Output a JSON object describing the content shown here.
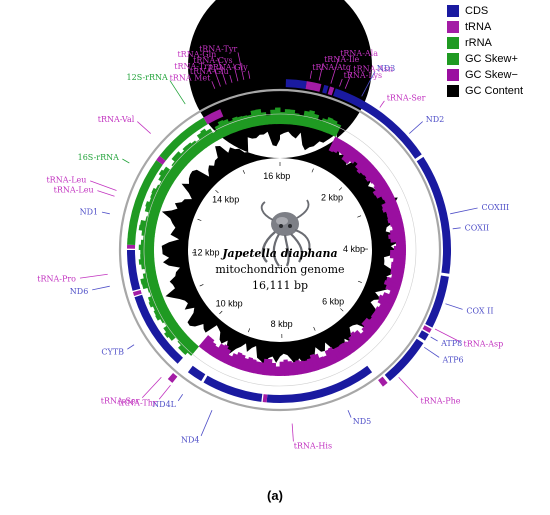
{
  "legend": [
    {
      "label": "CDS",
      "color": "#1a1aa0"
    },
    {
      "label": "tRNA",
      "color": "#a31ca5"
    },
    {
      "label": "rRNA",
      "color": "#1f9a22"
    },
    {
      "label": "GC Skew+",
      "color": "#1f9a22"
    },
    {
      "label": "GC Skew−",
      "color": "#9a0fa0"
    },
    {
      "label": "GC Content",
      "color": "#000000"
    }
  ],
  "center": {
    "species": "Japetella diaphana",
    "line2": "mitochondrion genome",
    "line3": "16,111 bp"
  },
  "tick_labels": [
    "2 kbp",
    "4 kbp",
    "6 kbp",
    "8 kbp",
    "10 kbp",
    "12 kbp",
    "14 kbp",
    "16 kbp"
  ],
  "caption": "(a)",
  "gene_labels": [
    {
      "text": "tRNA-Atg",
      "type": "tRNA"
    },
    {
      "text": "tRNA-Ile",
      "type": "tRNA"
    },
    {
      "text": "tRNA-Ala",
      "type": "tRNA"
    },
    {
      "text": "tRNA-Lys",
      "type": "tRNA"
    },
    {
      "text": "tRNA-Asn",
      "type": "tRNA"
    },
    {
      "text": "ND3",
      "type": "CDS"
    },
    {
      "text": "tRNA-Ser",
      "type": "tRNA"
    },
    {
      "text": "ND2",
      "type": "CDS"
    },
    {
      "text": "COXIII",
      "type": "CDS"
    },
    {
      "text": "COXII",
      "type": "CDS"
    },
    {
      "text": "COX II",
      "type": "CDS"
    },
    {
      "text": "tRNA-Asp",
      "type": "tRNA"
    },
    {
      "text": "ATP8",
      "type": "CDS"
    },
    {
      "text": "ATP6",
      "type": "CDS"
    },
    {
      "text": "tRNA-Phe",
      "type": "tRNA"
    },
    {
      "text": "ND5",
      "type": "CDS"
    },
    {
      "text": "tRNA-His",
      "type": "tRNA"
    },
    {
      "text": "ND4",
      "type": "CDS"
    },
    {
      "text": "ND4L",
      "type": "CDS"
    },
    {
      "text": "tRNA-Thr",
      "type": "tRNA"
    },
    {
      "text": "tRNA-Ser",
      "type": "tRNA"
    },
    {
      "text": "CYTB",
      "type": "CDS"
    },
    {
      "text": "ND6",
      "type": "CDS"
    },
    {
      "text": "tRNA-Pro",
      "type": "tRNA"
    },
    {
      "text": "ND1",
      "type": "CDS"
    },
    {
      "text": "tRNA-Leu",
      "type": "tRNA"
    },
    {
      "text": "tRNA-Leu",
      "type": "tRNA"
    },
    {
      "text": "16S-rRNA",
      "type": "rRNA"
    },
    {
      "text": "tRNA-Val",
      "type": "tRNA"
    },
    {
      "text": "12S-rRNA",
      "type": "rRNA"
    },
    {
      "text": "tRNA Met",
      "type": "tRNA"
    },
    {
      "text": "tRNA-Trp",
      "type": "tRNA"
    },
    {
      "text": "tRNA-Gln",
      "type": "tRNA"
    },
    {
      "text": "tRNA-Glu",
      "type": "tRNA"
    },
    {
      "text": "tRNA-Cys",
      "type": "tRNA"
    },
    {
      "text": "tRNA-Tyr",
      "type": "tRNA"
    },
    {
      "text": "tRNA-Gly",
      "type": "tRNA"
    }
  ]
}
